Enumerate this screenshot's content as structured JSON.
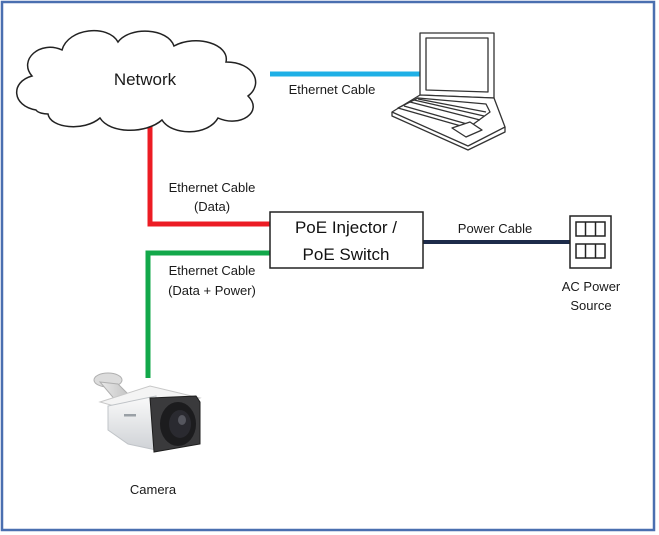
{
  "colors": {
    "frame": "#4a6fb0",
    "network_cable": "#1fb0e6",
    "data_cable": "#ec1c24",
    "data_power_cable": "#12a84a",
    "power_cable": "#1d2b4a",
    "outline": "#222222"
  },
  "network": {
    "label": "Network",
    "icon": "cloud-icon"
  },
  "laptop": {
    "icon": "laptop-icon",
    "cable_label": "Ethernet Cable"
  },
  "data_cable": {
    "line1": "Ethernet Cable",
    "line2": "(Data)"
  },
  "poe_box": {
    "line1": "PoE Injector /",
    "line2": "PoE Switch"
  },
  "power_cable": {
    "label": "Power Cable"
  },
  "ac_source": {
    "icon": "power-outlet-icon",
    "line1": "AC Power",
    "line2": "Source"
  },
  "data_power_cable": {
    "line1": "Ethernet Cable",
    "line2": "(Data + Power)"
  },
  "camera": {
    "label": "Camera",
    "icon": "bullet-camera-icon"
  }
}
